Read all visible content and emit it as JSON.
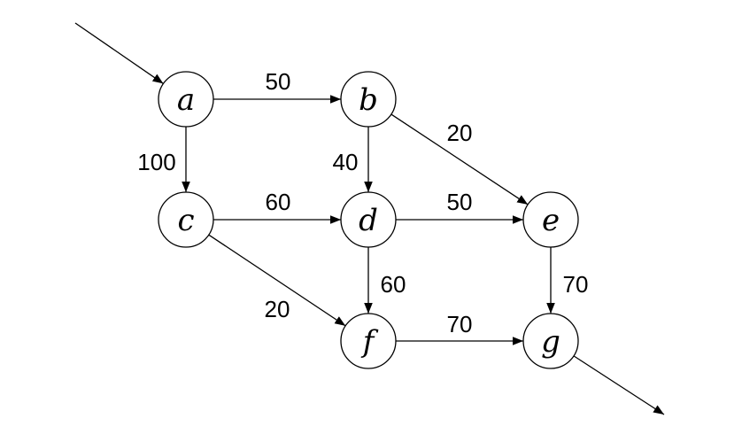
{
  "graph": {
    "nodes": [
      {
        "id": "a",
        "label": "a"
      },
      {
        "id": "b",
        "label": "b"
      },
      {
        "id": "c",
        "label": "c"
      },
      {
        "id": "d",
        "label": "d"
      },
      {
        "id": "e",
        "label": "e"
      },
      {
        "id": "f",
        "label": "f"
      },
      {
        "id": "g",
        "label": "g"
      }
    ],
    "edges": [
      {
        "from": "a",
        "to": "b",
        "weight": "50"
      },
      {
        "from": "a",
        "to": "c",
        "weight": "100"
      },
      {
        "from": "b",
        "to": "d",
        "weight": "40"
      },
      {
        "from": "b",
        "to": "e",
        "weight": "20"
      },
      {
        "from": "c",
        "to": "d",
        "weight": "60"
      },
      {
        "from": "c",
        "to": "f",
        "weight": "20"
      },
      {
        "from": "d",
        "to": "e",
        "weight": "50"
      },
      {
        "from": "d",
        "to": "f",
        "weight": "60"
      },
      {
        "from": "e",
        "to": "g",
        "weight": "70"
      },
      {
        "from": "f",
        "to": "g",
        "weight": "70"
      }
    ],
    "entry": "a",
    "exit": "g"
  }
}
